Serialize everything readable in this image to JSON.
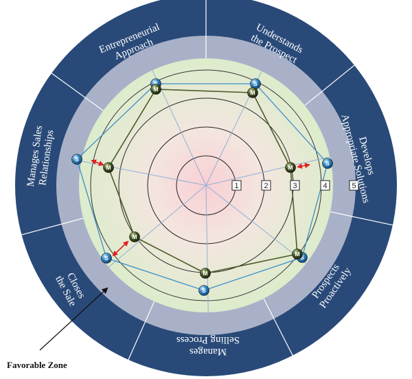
{
  "diagram": {
    "segments": [
      {
        "lines": [
          "Understands",
          "the Prospect"
        ]
      },
      {
        "lines": [
          "Develops",
          "Appropriate Solutions"
        ]
      },
      {
        "lines": [
          "Prospects",
          "Proactively"
        ]
      },
      {
        "lines": [
          "Manages",
          "Selling Process"
        ]
      },
      {
        "lines": [
          "Closes",
          "the Sale"
        ]
      },
      {
        "lines": [
          "Manages Sales",
          "Relationships"
        ]
      },
      {
        "lines": [
          "Entrepreneurial",
          "Approach"
        ]
      }
    ],
    "scale_labels": [
      "1",
      "2",
      "3",
      "4",
      "5"
    ],
    "marker_s_label": "S",
    "marker_m_label": "M",
    "favorable_zone_label": "Favorable Zone",
    "colors": {
      "outer_ring": "#294a78",
      "middle_ring": "#a9b1c8",
      "favorable_zone": "#dceccb",
      "center_glow": "#f7d6d6",
      "spoke": "#8fb0d6",
      "s_series": "#3a8dc9",
      "m_series": "#4a5a28",
      "gap_arrow": "#e02020"
    }
  }
}
